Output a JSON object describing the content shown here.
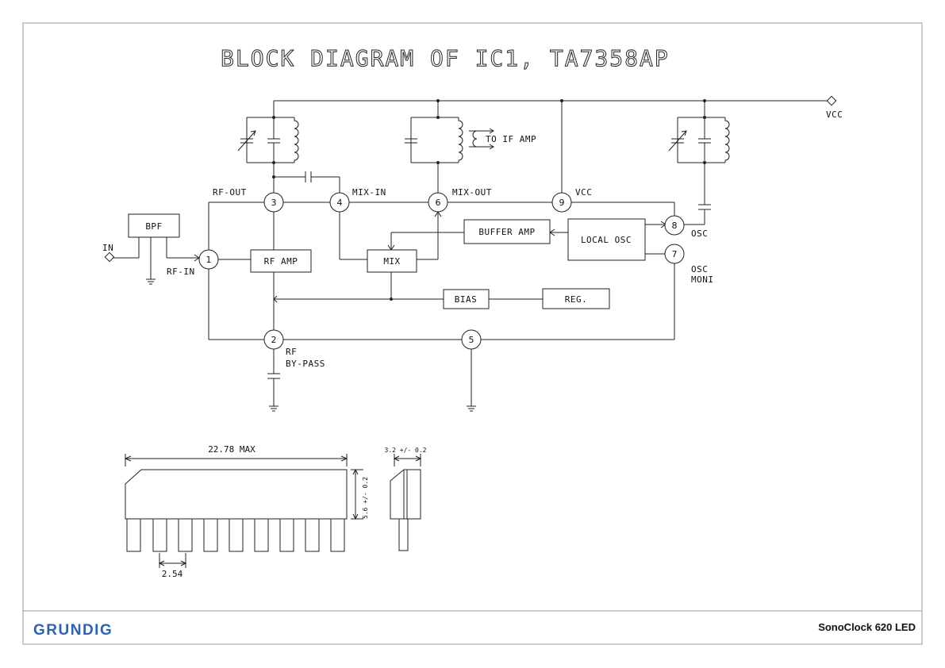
{
  "title": "BLOCK DIAGRAM OF IC1,  TA7358AP",
  "blocks": {
    "bpf": "BPF",
    "rf_amp": "RF AMP",
    "mix": "MIX",
    "buffer_amp": "BUFFER AMP",
    "local_osc": "LOCAL OSC",
    "bias": "BIAS",
    "reg": "REG."
  },
  "pins": [
    "1",
    "2",
    "3",
    "4",
    "5",
    "6",
    "7",
    "8",
    "9"
  ],
  "labels": {
    "in": "IN",
    "rf_in": "RF-IN",
    "rf_out": "RF-OUT",
    "mix_in": "MIX-IN",
    "mix_out": "MIX-OUT",
    "vcc_pin": "VCC",
    "vcc_rail": "VCC",
    "to_if_amp": "TO IF AMP",
    "osc": "OSC",
    "osc_moni_1": "OSC",
    "osc_moni_2": "MONI",
    "rf_bypass_1": "RF",
    "rf_bypass_2": "BY-PASS"
  },
  "package": {
    "length": "22.78 MAX",
    "pitch": "2.54",
    "height": "5.6 +/- 0.2",
    "thickness": "3.2 +/- 0.2"
  },
  "footer": {
    "brand": "GRUNDIG",
    "model": "SonoClock 620 LED"
  }
}
